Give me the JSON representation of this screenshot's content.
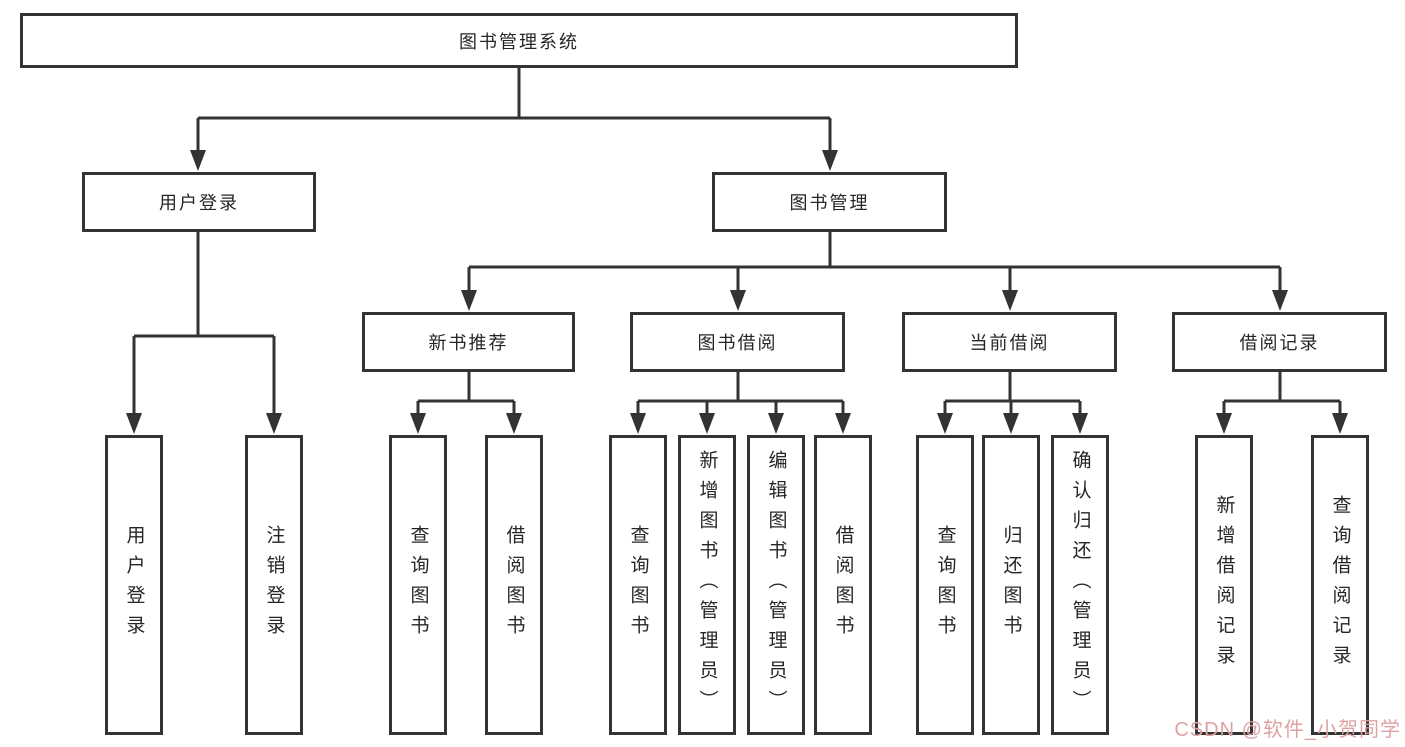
{
  "title": "图书管理系统",
  "user_login": {
    "label": "用户登录",
    "children": [
      "用户登录",
      "注销登录"
    ]
  },
  "book_management": {
    "label": "图书管理",
    "sections": [
      {
        "label": "新书推荐",
        "children": [
          "查询图书",
          "借阅图书"
        ]
      },
      {
        "label": "图书借阅",
        "children": [
          "查询图书",
          "新增图书（管理员）",
          "编辑图书（管理员）",
          "借阅图书"
        ]
      },
      {
        "label": "当前借阅",
        "children": [
          "查询图书",
          "归还图书",
          "确认归还（管理员）"
        ]
      },
      {
        "label": "借阅记录",
        "children": [
          "新增借阅记录",
          "查询借阅记录"
        ]
      }
    ]
  },
  "watermark": "CSDN @软件_小贺同学",
  "colors": {
    "line": "#333333",
    "text": "#262626",
    "box_background": "#ffffff",
    "page_background": "#ffffff",
    "watermark": "#dfa2a2"
  }
}
